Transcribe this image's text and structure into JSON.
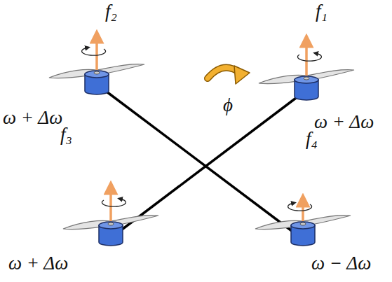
{
  "diagram": {
    "labels": [
      "f₂",
      "f₁",
      "ϕ",
      "ω + Δω",
      "ω + Δω",
      "f₃",
      "f₄",
      "ω + Δω",
      "ω − Δω"
    ]
  }
}
